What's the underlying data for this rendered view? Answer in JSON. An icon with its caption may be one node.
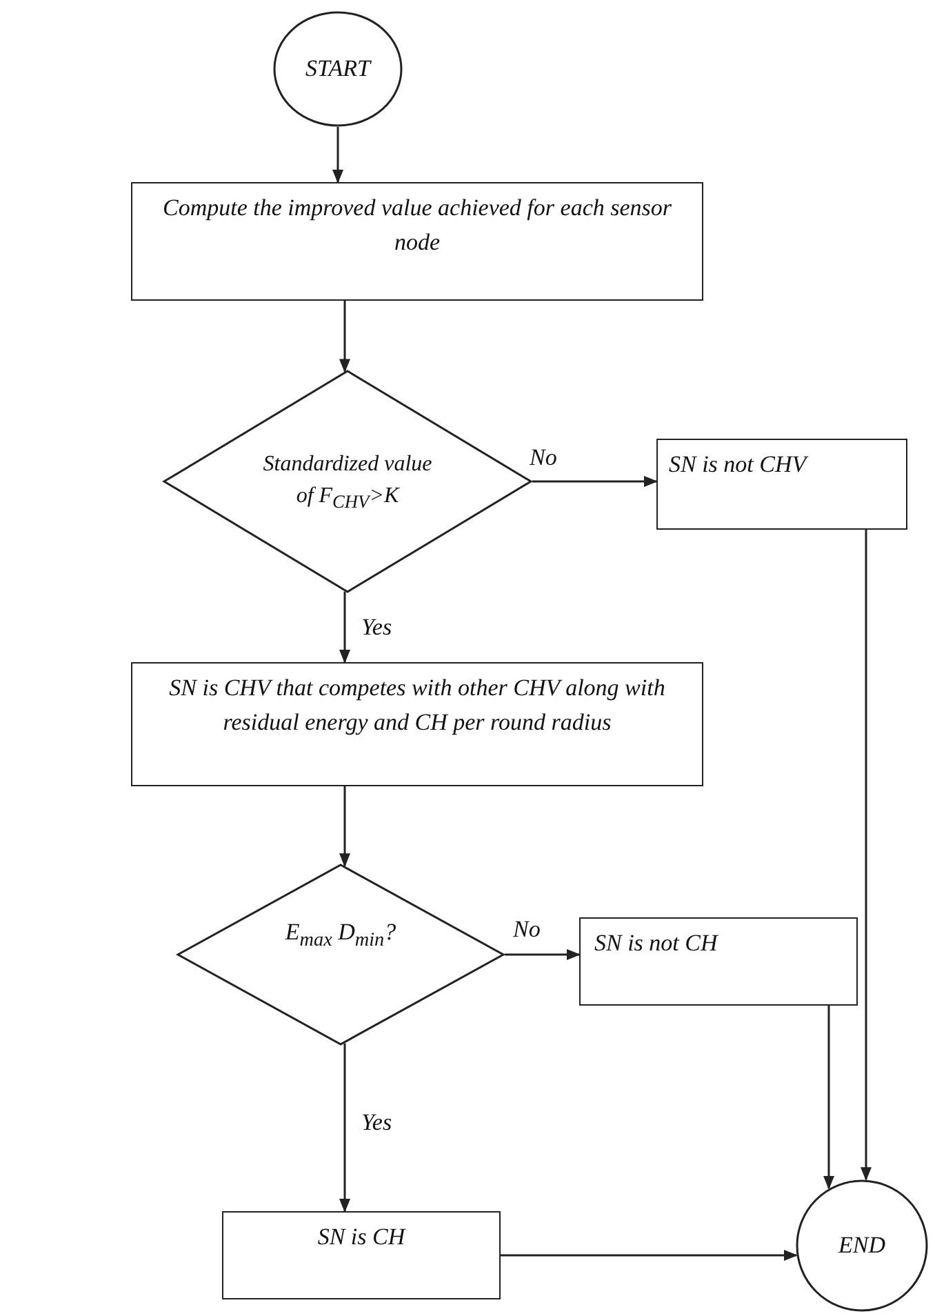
{
  "diagram": {
    "nodes": [
      {
        "text": [
          "START"
        ]
      },
      {
        "text": [
          "Compute the improved value achieved for each sensor node"
        ]
      },
      {
        "text": [
          "Standardized value of F$_{CHV}$>K"
        ]
      },
      {
        "text": [
          "SN is not CHV"
        ]
      },
      {
        "text": [
          "SN is CHV that competes with other CHV along with residual energy and CH per round radius"
        ]
      },
      {
        "text": [
          "E$_{max}$ D$_{min}$?"
        ]
      },
      {
        "text": [
          "SN is not CH"
        ]
      },
      {
        "text": [
          "SN is CH"
        ]
      },
      {
        "text": [
          "END"
        ]
      }
    ],
    "edges": [
      {
        "from": 0,
        "to": 1,
        "arrow": "to"
      },
      {
        "from": 1,
        "to": 2,
        "arrow": "to"
      },
      {
        "from": 2,
        "to": 3,
        "arrow": "to",
        "label": "No"
      },
      {
        "from": 2,
        "to": 4,
        "arrow": "to",
        "label": "Yes"
      },
      {
        "from": 4,
        "to": 5,
        "arrow": "to"
      },
      {
        "from": 5,
        "to": 6,
        "arrow": "to",
        "label": "No"
      },
      {
        "from": 5,
        "to": 7,
        "arrow": "to",
        "label": "Yes"
      },
      {
        "from": 3,
        "to": 8,
        "arrow": "to"
      },
      {
        "from": 6,
        "to": 8,
        "arrow": "to"
      },
      {
        "from": 7,
        "to": 8,
        "arrow": "to"
      }
    ]
  }
}
